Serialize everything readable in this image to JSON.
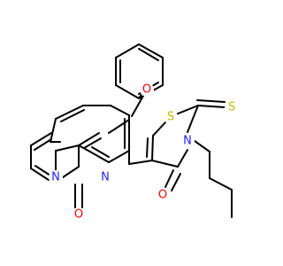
{
  "atoms": {
    "n_pyrimidine": {
      "label": "N",
      "color": "#2222ff"
    },
    "n_bridge": {
      "label": "N",
      "color": "#2222ff"
    },
    "o_ether": {
      "label": "O",
      "color": "#ff0000"
    },
    "o_ketone": {
      "label": "O",
      "color": "#ff0000"
    },
    "s_ring": {
      "label": "S",
      "color": "#c8b400"
    },
    "s_thione": {
      "label": "S",
      "color": "#c8b400"
    },
    "n_thiazolidine": {
      "label": "N",
      "color": "#2222ff"
    },
    "o_amide": {
      "label": "O",
      "color": "#ff0000"
    }
  },
  "colors": {
    "bond": "#000000",
    "nitrogen": "#2222ff",
    "oxygen": "#ff0000",
    "sulfur": "#c8b400"
  }
}
